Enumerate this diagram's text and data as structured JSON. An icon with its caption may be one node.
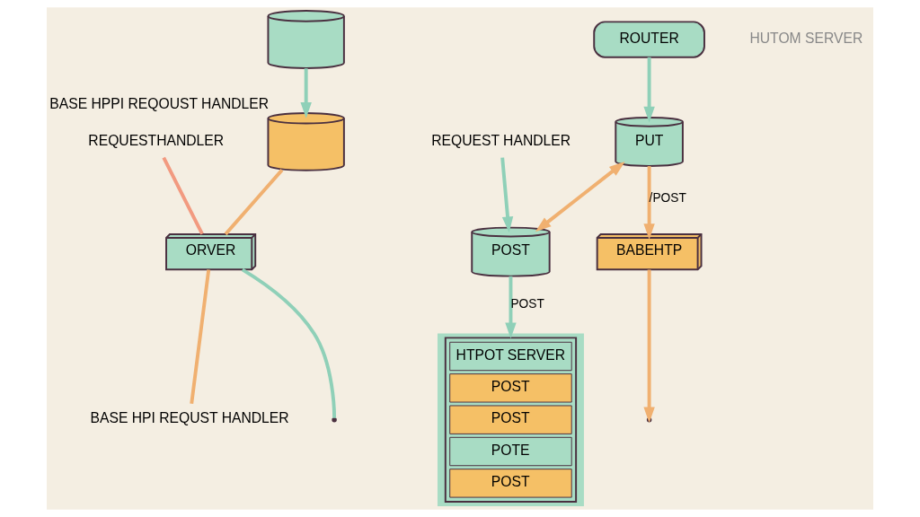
{
  "diagram": {
    "nodes": [
      {
        "text": [
          "REQUESTHANDLER"
        ]
      },
      {
        "text": [
          "HTPOT SERVER",
          "POST",
          "POST",
          "POTE",
          "POST"
        ]
      },
      {
        "text": [
          "ORVER"
        ]
      },
      {
        "text": [
          "REQUEST HANDLER"
        ]
      },
      {
        "text": [
          "POST"
        ]
      },
      {
        "text": [
          "PUT"
        ]
      },
      {
        "text": [
          "BABEHTP"
        ]
      },
      {
        "text": [],
        "shape": "cylinder",
        "beside": [
          "BASE HPPI REQOUST HANDLER"
        ]
      },
      {
        "text": [],
        "shape": "cylinder"
      },
      {
        "text": [
          "ROUTER"
        ]
      },
      {
        "text": [
          "BASE HPI REQUST HANDLER"
        ]
      }
    ],
    "edges": [
      {
        "from": 0,
        "to": 2,
        "arrow": "none",
        "color": "#f29a80"
      },
      {
        "from": 4,
        "to": 1,
        "arrow": "to",
        "label": "POST",
        "color": "#8fd0b8"
      },
      {
        "from": 3,
        "to": 4,
        "arrow": "to",
        "color": "#8fd0b8"
      },
      {
        "from": 5,
        "to": 4,
        "arrow": "both",
        "color": "#f0b070"
      },
      {
        "from": 5,
        "to": 6,
        "arrow": "to",
        "label": "/POST",
        "color": "#f0b070"
      },
      {
        "from": 6,
        "to": null,
        "arrow": "to",
        "color": "#f0b070"
      },
      {
        "from": 7,
        "to": 2,
        "arrow": "none",
        "color": "#f0b070"
      },
      {
        "from": 8,
        "to": 7,
        "arrow": "to",
        "color": "#8fd0b8"
      },
      {
        "from": 2,
        "to": 10,
        "arrow": "none",
        "color": "#f0b070"
      },
      {
        "from": 2,
        "to": null,
        "arrow": "none",
        "color": "#8fd0b8"
      },
      {
        "from": 9,
        "to": 5,
        "arrow": "to",
        "color": "#8fd0b8"
      }
    ],
    "labels": [
      "HUTOM SERVER"
    ]
  }
}
